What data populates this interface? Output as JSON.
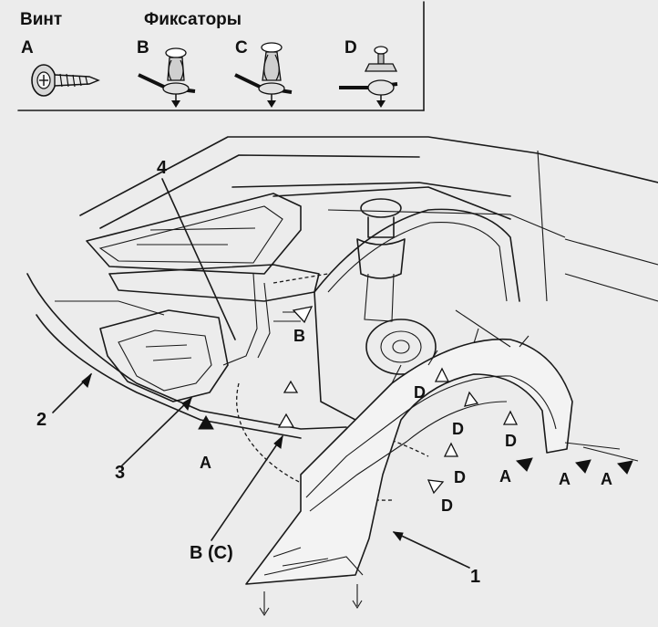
{
  "legend": {
    "screw_heading": "Винт",
    "clips_heading": "Фиксаторы",
    "keys": [
      "A",
      "B",
      "C",
      "D"
    ]
  },
  "callouts": {
    "part_1": "1",
    "part_2": "2",
    "part_3": "3",
    "part_4": "4"
  },
  "markers": {
    "a": "A",
    "b": "B",
    "d": "D",
    "b_c": "B (C)"
  }
}
